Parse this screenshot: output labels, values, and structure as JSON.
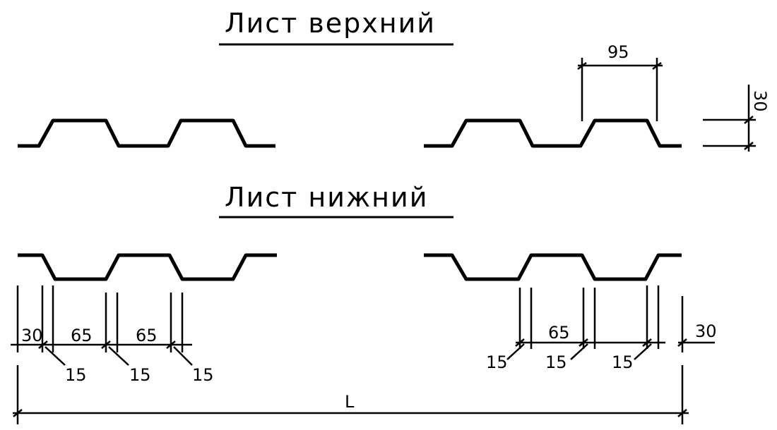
{
  "titles": {
    "upper": "Лист верхний",
    "lower": "Лист нижний"
  },
  "dims": {
    "top_width": "95",
    "height": "30",
    "lower_left": [
      "30",
      "65",
      "65"
    ],
    "lower_left_small": [
      "15",
      "15",
      "15"
    ],
    "lower_right_mid": "65",
    "lower_right_small": [
      "15",
      "15",
      "15"
    ],
    "lower_right_edge": "30",
    "total": "L"
  },
  "colors": {
    "ink": "#000000",
    "paper": "#ffffff"
  }
}
